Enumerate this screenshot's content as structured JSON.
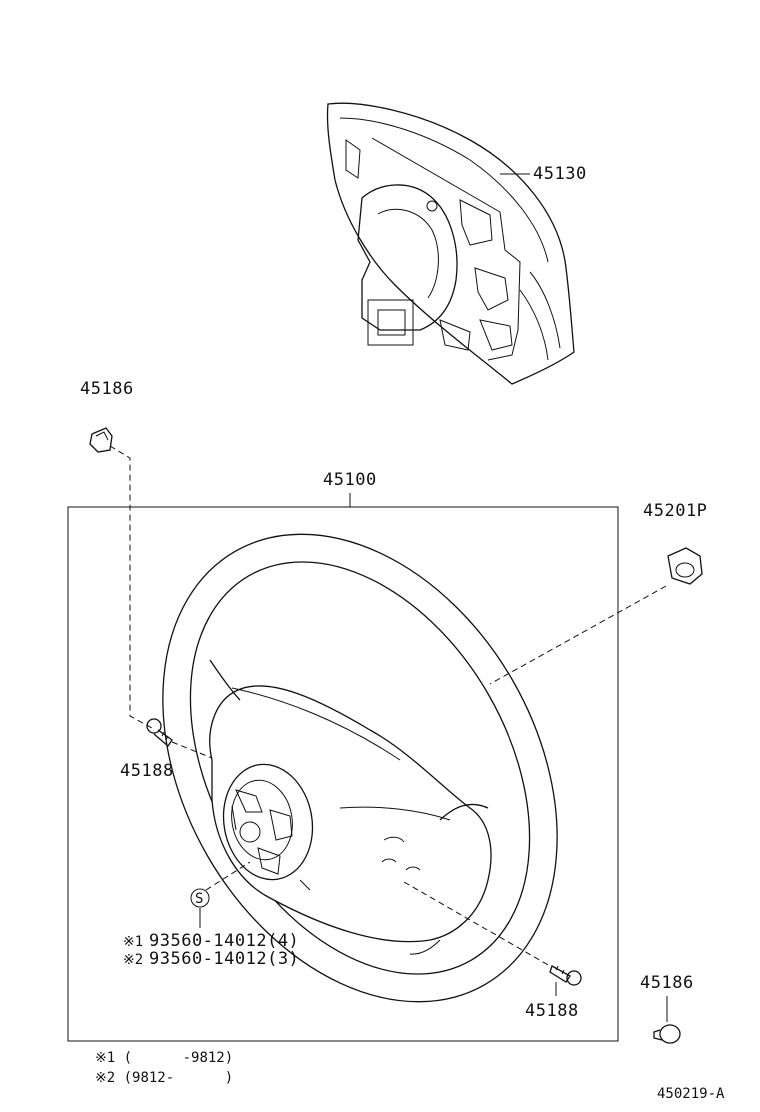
{
  "parts": {
    "horn_pad": "45130",
    "clip_top": "45186",
    "steering_wheel": "45100",
    "grommet": "45201P",
    "screw_left": "45188",
    "screw_right": "45188",
    "clip_bottom": "45186"
  },
  "symbol_s": "S",
  "bolt_notes": {
    "line1_mark": "※1",
    "line1_part": "93560-14012(4)",
    "line2_mark": "※2",
    "line2_part": "93560-14012(3)"
  },
  "footnotes": {
    "line1": "※1 (      -9812)",
    "line2": "※2 (9812-      )"
  },
  "diagram_id": "450219-A"
}
